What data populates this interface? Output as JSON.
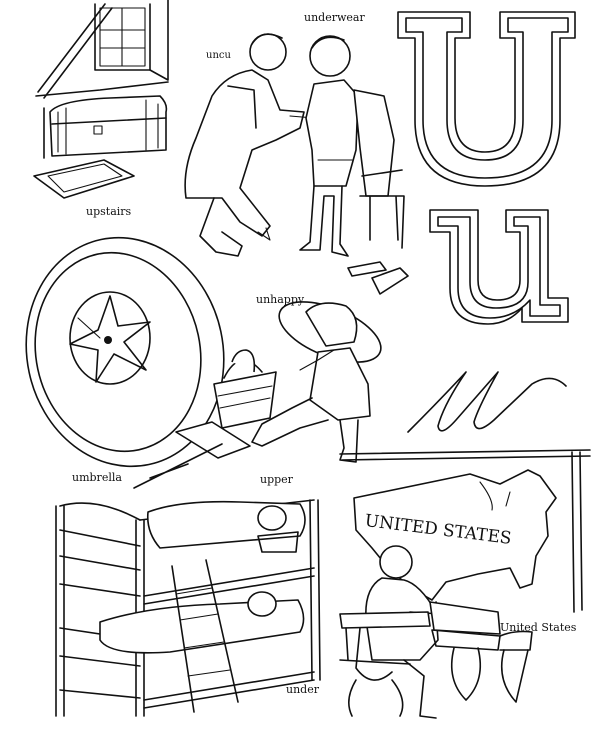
{
  "letters": {
    "upper": "U",
    "lower": "u",
    "cursive": "u"
  },
  "labels": {
    "underwear": "underwear",
    "uncle": "uncu",
    "upstairs": "upstairs",
    "unhappy": "unhappy",
    "umbrella": "umbrella",
    "upper": "upper",
    "under": "under",
    "united_states": "United States",
    "map_text": "UNITED STATES"
  },
  "colors": {
    "ink": "#111111",
    "paper": "#ffffff"
  }
}
